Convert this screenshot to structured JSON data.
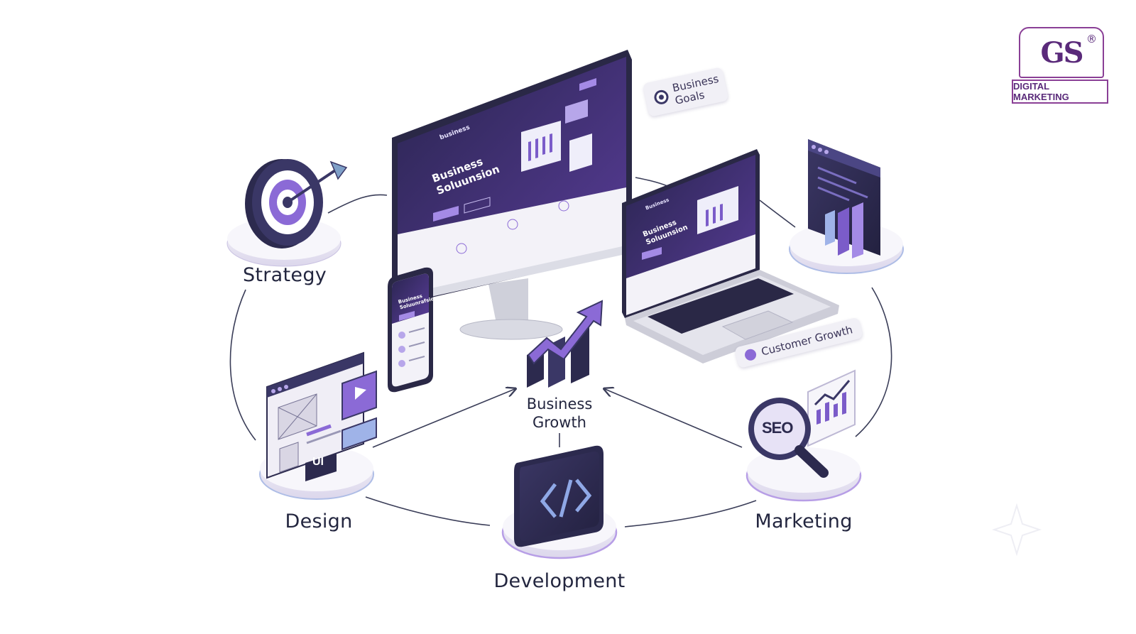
{
  "brand": {
    "logo_text": "GS",
    "registered": "®",
    "tagline": "DIGITAL MARKETING"
  },
  "center": {
    "label_line1": "Business",
    "label_line2": "Growth"
  },
  "nodes": {
    "strategy": "Strategy",
    "design": "Design",
    "development": "Development",
    "marketing": "Marketing"
  },
  "tags": {
    "business_goals": "Business Goals",
    "customer_growth": "Customer Growth"
  },
  "icons": {
    "design_badge": "UI",
    "seo_badge": "SEO"
  },
  "monitor_screen": {
    "brand": "business",
    "hero_title": "Business Soluunsion"
  },
  "laptop_screen": {
    "brand": "Business",
    "hero_title": "Business Soluunsion"
  },
  "phone_screen": {
    "hero_title": "Business Soluunrafsion"
  },
  "colors": {
    "purple": "#7b5cc9",
    "deep_purple": "#3a2d6e",
    "navy": "#23263f",
    "light_purple": "#b7a6ea"
  }
}
